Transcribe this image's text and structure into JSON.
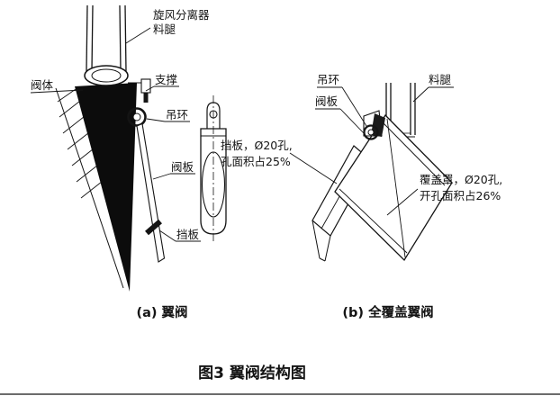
{
  "page": {
    "title": "图3 翼阀结构图"
  },
  "figure_a": {
    "caption": "(a) 翼阀",
    "labels": {
      "cyclone_line1": "旋风分离器",
      "cyclone_line2": "料腿",
      "valve_body": "阀体",
      "support": "支撑",
      "lifting_ring": "吊环",
      "valve_plate": "阀板",
      "baffle": "挡板"
    }
  },
  "figure_b": {
    "caption": "(b) 全覆盖翼阀",
    "labels": {
      "lifting_ring": "吊环",
      "dipleg": "料腿",
      "valve_plate": "阀板",
      "baffle_line1": "挡板，Ø20孔,",
      "baffle_line2": "孔面积占25%",
      "cover_line1": "覆盖罩，Ø20孔,",
      "cover_line2": "开孔面积占26%"
    }
  }
}
